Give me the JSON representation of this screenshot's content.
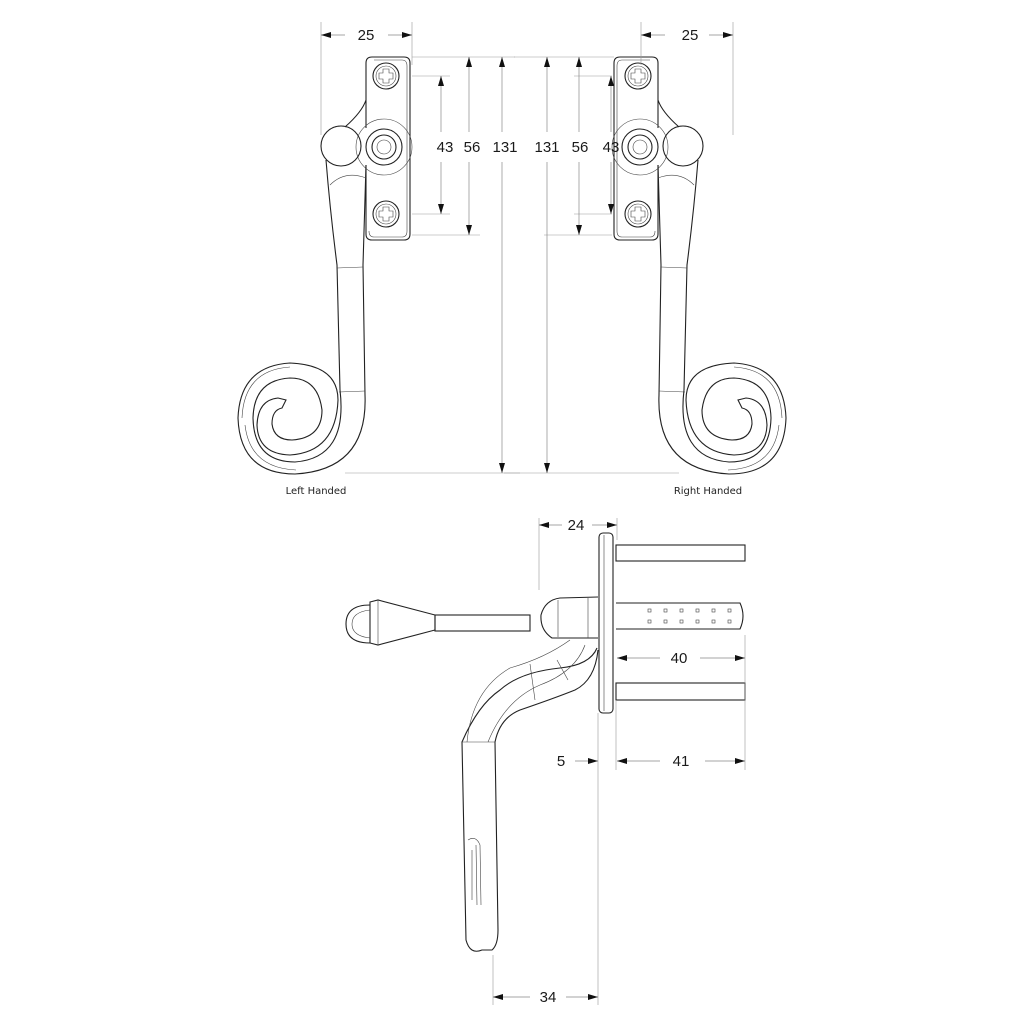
{
  "colors": {
    "line": "#222222",
    "dimension": "#888888",
    "background": "#ffffff"
  },
  "top_view": {
    "left": {
      "caption": "Left Handed",
      "dims": {
        "width": "25",
        "screw_centres": "43",
        "plate_height": "56",
        "overall_height": "131"
      }
    },
    "right": {
      "caption": "Right Handed",
      "dims": {
        "width": "25",
        "screw_centres": "43",
        "plate_height": "56",
        "overall_height": "131"
      }
    }
  },
  "side_view": {
    "dims": {
      "depth": "24",
      "pin_length": "40",
      "plate_thickness": "5",
      "bolt_length": "41",
      "handle_projection": "34"
    }
  }
}
